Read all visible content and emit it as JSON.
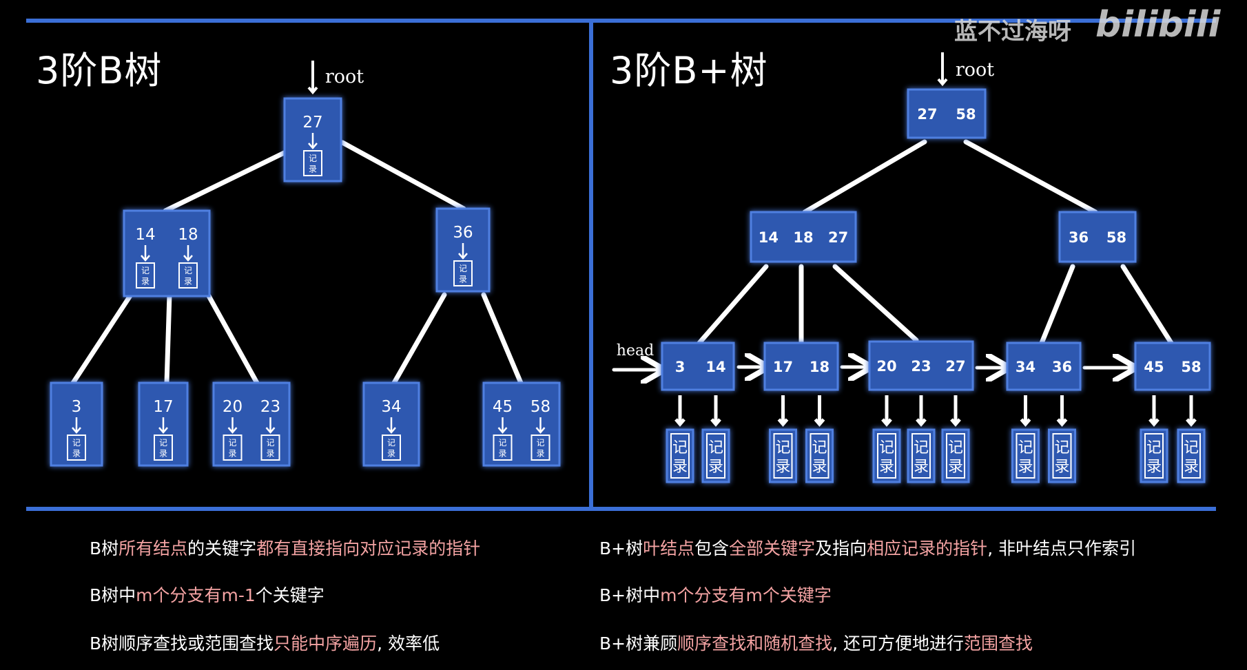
{
  "watermark": {
    "text": "蓝不过海呀",
    "logo": "bilibili"
  },
  "left": {
    "title": "3阶B树",
    "root_label": "root",
    "record_label": [
      "记",
      "录"
    ],
    "nodes": [
      {
        "id": "b-root",
        "keys": [
          "27"
        ]
      },
      {
        "id": "b-l",
        "keys": [
          "14",
          "18"
        ]
      },
      {
        "id": "b-r",
        "keys": [
          "36"
        ]
      },
      {
        "id": "b-ll",
        "keys": [
          "3"
        ]
      },
      {
        "id": "b-lm",
        "keys": [
          "17"
        ]
      },
      {
        "id": "b-lr",
        "keys": [
          "20",
          "23"
        ]
      },
      {
        "id": "b-rl",
        "keys": [
          "34"
        ]
      },
      {
        "id": "b-rr",
        "keys": [
          "45",
          "58"
        ]
      }
    ]
  },
  "right": {
    "title": "3阶B+树",
    "root_label": "root",
    "head_label": "head",
    "record_label": [
      "记",
      "录"
    ],
    "nodes": [
      {
        "id": "p-root",
        "keys": [
          "27",
          "58"
        ]
      },
      {
        "id": "p-l",
        "keys": [
          "14",
          "18",
          "27"
        ]
      },
      {
        "id": "p-r",
        "keys": [
          "36",
          "58"
        ]
      },
      {
        "id": "p-leaf1",
        "keys": [
          "3",
          "14"
        ]
      },
      {
        "id": "p-leaf2",
        "keys": [
          "17",
          "18"
        ]
      },
      {
        "id": "p-leaf3",
        "keys": [
          "20",
          "23",
          "27"
        ]
      },
      {
        "id": "p-leaf4",
        "keys": [
          "34",
          "36"
        ]
      },
      {
        "id": "p-leaf5",
        "keys": [
          "45",
          "58"
        ]
      }
    ]
  },
  "comparison": {
    "left": [
      [
        {
          "t": "B树",
          "h": false
        },
        {
          "t": "所有结点",
          "h": true
        },
        {
          "t": "的关键字",
          "h": false
        },
        {
          "t": "都有直接指向对应记录的指针",
          "h": true
        }
      ],
      [
        {
          "t": "B树中",
          "h": false
        },
        {
          "t": "m个分支有m-1",
          "h": true
        },
        {
          "t": "个关键字",
          "h": false
        }
      ],
      [
        {
          "t": "B树顺序查找或范围查找",
          "h": false
        },
        {
          "t": "只能中序遍历",
          "h": true
        },
        {
          "t": ", 效率低",
          "h": false
        }
      ]
    ],
    "right": [
      [
        {
          "t": "B+树",
          "h": false
        },
        {
          "t": "叶结点",
          "h": true
        },
        {
          "t": "包含",
          "h": false
        },
        {
          "t": "全部关键字",
          "h": true
        },
        {
          "t": "及指向",
          "h": false
        },
        {
          "t": "相应记录的指针",
          "h": true
        },
        {
          "t": ", 非叶结点只作索引",
          "h": false
        }
      ],
      [
        {
          "t": "B+树中",
          "h": false
        },
        {
          "t": "m个分支有m个关键字",
          "h": true
        }
      ],
      [
        {
          "t": "B+树兼顾",
          "h": false
        },
        {
          "t": "顺序查找和随机查找",
          "h": true
        },
        {
          "t": ", 还可方便地进行",
          "h": false
        },
        {
          "t": "范围查找",
          "h": true
        }
      ]
    ]
  }
}
